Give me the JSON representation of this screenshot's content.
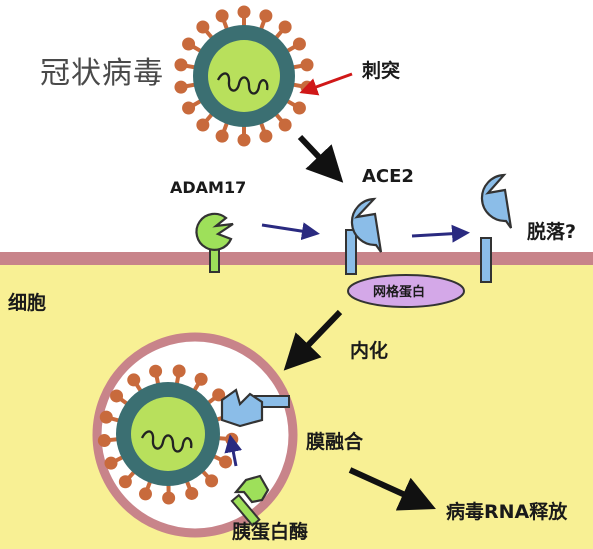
{
  "labels": {
    "title": "冠状病毒",
    "spike": "刺突",
    "adam17": "ADAM17",
    "ace2": "ACE2",
    "shedding": "脱落?",
    "cell": "细胞",
    "scaffold": "网格蛋白",
    "endocytosis": "内化",
    "fusion": "膜融合",
    "rna_release": "病毒RNA释放",
    "protease": "胰蛋白酶"
  },
  "colors": {
    "cytoplasm": "#f8f094",
    "membrane": "#c8848a",
    "virus_shell": "#3b6f72",
    "virus_core": "#b8e05c",
    "spike": "#c86a3c",
    "ace2": "#8bbde8",
    "adam17": "#9ee05a",
    "scaffold": "#d4a8e8",
    "endosome_ring": "#c8848a",
    "arrow_black": "#111111",
    "arrow_blue": "#2a2a80",
    "arrow_red": "#d01818"
  }
}
